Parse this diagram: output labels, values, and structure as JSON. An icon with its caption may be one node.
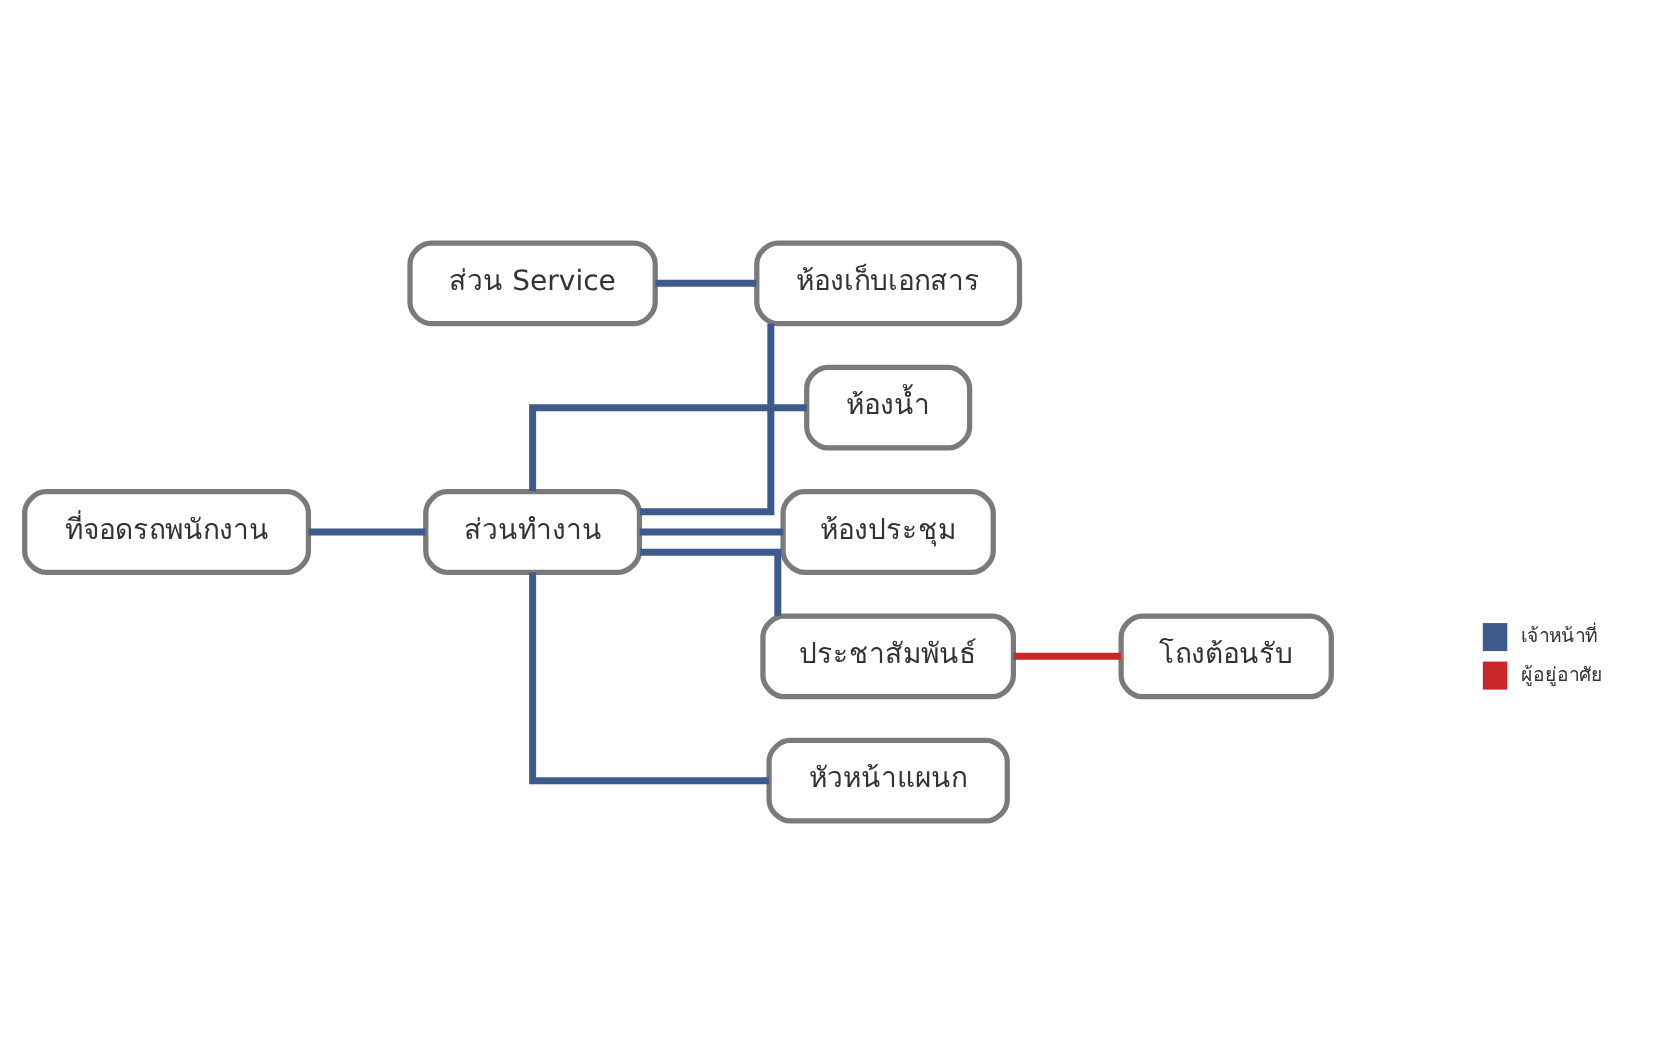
{
  "diagram": {
    "nodes": [
      {
        "text": [
          "ห้องน้ำ"
        ]
      },
      {
        "text": [
          "ส่วน Service"
        ]
      },
      {
        "text": [
          "ห้องเก็บเอกสาร"
        ]
      },
      {
        "text": [
          "ห้องประชุม"
        ]
      },
      {
        "text": [
          "ที่จอดรถพนักงาน"
        ]
      },
      {
        "text": [
          "ส่วนทำงาน"
        ]
      },
      {
        "text": [
          "ประชาสัมพันธ์"
        ]
      },
      {
        "text": [
          "โถงต้อนรับ"
        ]
      },
      {
        "text": [
          "หัวหน้าแผนก"
        ]
      }
    ],
    "edges": [
      {
        "from": 5,
        "to": 0,
        "arrow": "none",
        "color": "#3d5a8c"
      },
      {
        "from": 1,
        "to": 2,
        "arrow": "none",
        "color": "#3d5a8c"
      },
      {
        "from": 5,
        "to": 2,
        "arrow": "none",
        "color": "#3d5a8c"
      },
      {
        "from": 5,
        "to": 3,
        "arrow": "none",
        "color": "#3d5a8c"
      },
      {
        "from": 4,
        "to": 5,
        "arrow": "none",
        "color": "#3d5a8c"
      },
      {
        "from": 5,
        "to": 6,
        "arrow": "none",
        "color": "#3d5a8c"
      },
      {
        "from": 6,
        "to": 7,
        "arrow": "none",
        "color": "#c8262b"
      },
      {
        "from": 5,
        "to": 8,
        "arrow": "none",
        "color": "#3d5a8c"
      }
    ],
    "legend": [
      {
        "text": "เจ้าหน้าที่",
        "color": "#3d5a8c"
      },
      {
        "text": "ผู้อยู่อาศัย",
        "color": "#c8262b"
      }
    ]
  }
}
